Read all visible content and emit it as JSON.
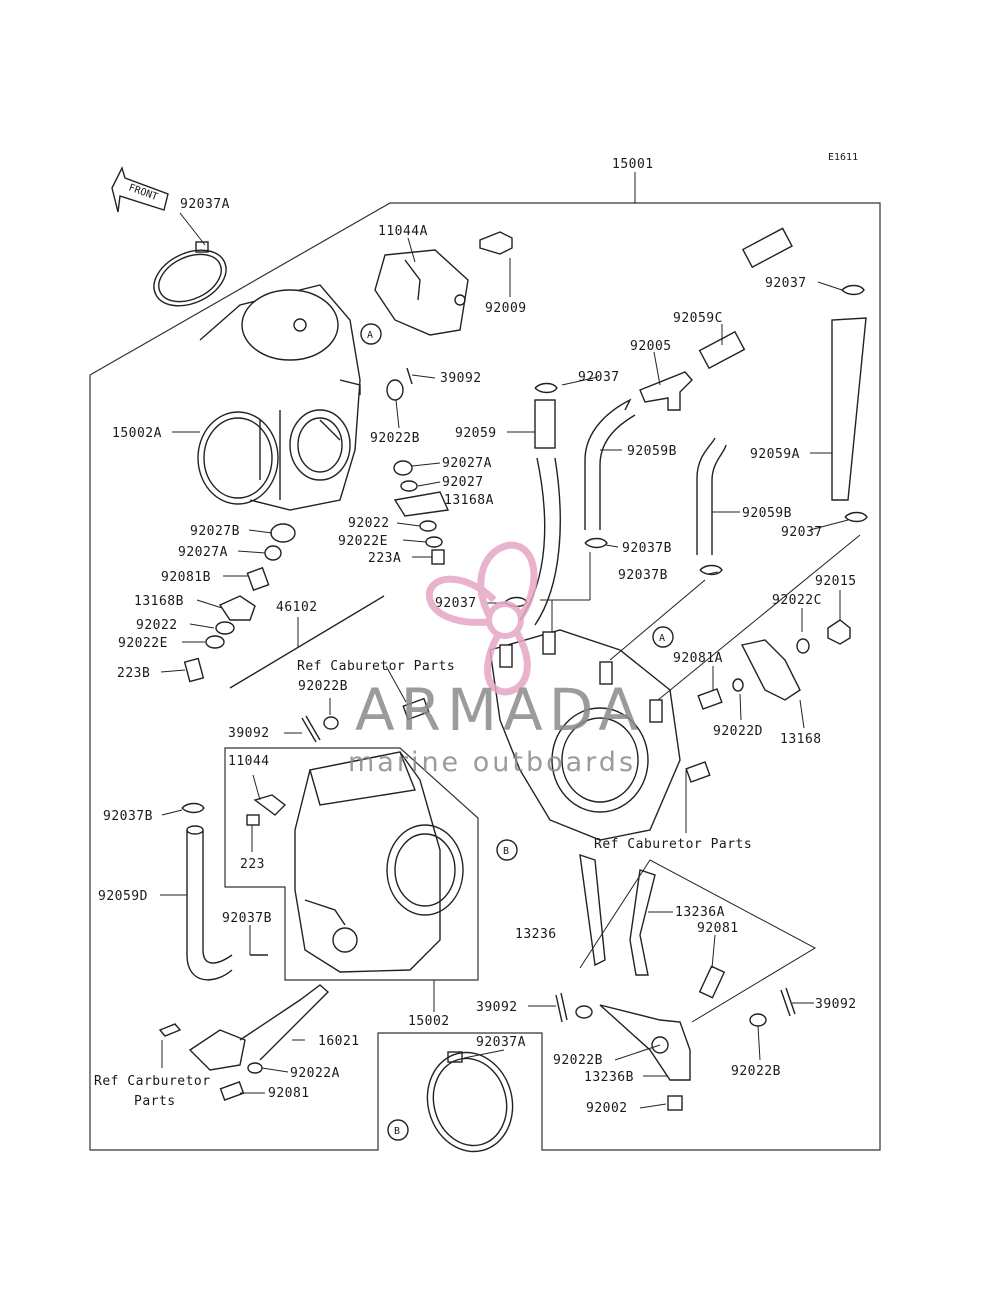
{
  "diagram": {
    "code": "E1611",
    "front_label": "FRONT",
    "callouts": [
      {
        "id": "c-15001",
        "text": "15001"
      },
      {
        "id": "c-92037a-top",
        "text": "92037A"
      },
      {
        "id": "c-11044a",
        "text": "11044A"
      },
      {
        "id": "c-92009",
        "text": "92009"
      },
      {
        "id": "c-92037-tr",
        "text": "92037"
      },
      {
        "id": "c-92059c",
        "text": "92059C"
      },
      {
        "id": "c-92005",
        "text": "92005"
      },
      {
        "id": "c-39092-a",
        "text": "39092"
      },
      {
        "id": "c-92037-mid",
        "text": "92037"
      },
      {
        "id": "c-15002a",
        "text": "15002A"
      },
      {
        "id": "c-92022b-a",
        "text": "92022B"
      },
      {
        "id": "c-92059",
        "text": "92059"
      },
      {
        "id": "c-92059b-a",
        "text": "92059B"
      },
      {
        "id": "c-92059a",
        "text": "92059A"
      },
      {
        "id": "c-92027a-a",
        "text": "92027A"
      },
      {
        "id": "c-92027",
        "text": "92027"
      },
      {
        "id": "c-13168a",
        "text": "13168A"
      },
      {
        "id": "c-92059b-b",
        "text": "92059B"
      },
      {
        "id": "c-92037-r",
        "text": "92037"
      },
      {
        "id": "c-92022-a",
        "text": "92022"
      },
      {
        "id": "c-92022e-a",
        "text": "92022E"
      },
      {
        "id": "c-92027b",
        "text": "92027B"
      },
      {
        "id": "c-92027a-b",
        "text": "92027A"
      },
      {
        "id": "c-223a",
        "text": "223A"
      },
      {
        "id": "c-92037b-a",
        "text": "92037B"
      },
      {
        "id": "c-92081b",
        "text": "92081B"
      },
      {
        "id": "c-92037b-b",
        "text": "92037B"
      },
      {
        "id": "c-92015",
        "text": "92015"
      },
      {
        "id": "c-13168b",
        "text": "13168B"
      },
      {
        "id": "c-46102",
        "text": "46102"
      },
      {
        "id": "c-92037-c",
        "text": "92037"
      },
      {
        "id": "c-92022c",
        "text": "92022C"
      },
      {
        "id": "c-92022-b",
        "text": "92022"
      },
      {
        "id": "c-92022e-b",
        "text": "92022E"
      },
      {
        "id": "c-223b",
        "text": "223B"
      },
      {
        "id": "c-ref-1",
        "text": "Ref Caburetor Parts"
      },
      {
        "id": "c-92081a",
        "text": "92081A"
      },
      {
        "id": "c-92022b-b",
        "text": "92022B"
      },
      {
        "id": "c-39092-b",
        "text": "39092"
      },
      {
        "id": "c-92022d",
        "text": "92022D"
      },
      {
        "id": "c-13168",
        "text": "13168"
      },
      {
        "id": "c-11044",
        "text": "11044"
      },
      {
        "id": "c-92037b-c",
        "text": "92037B"
      },
      {
        "id": "c-223",
        "text": "223"
      },
      {
        "id": "c-ref-2",
        "text": "Ref Caburetor Parts"
      },
      {
        "id": "c-92059d",
        "text": "92059D"
      },
      {
        "id": "c-13236a",
        "text": "13236A"
      },
      {
        "id": "c-92081-a",
        "text": "92081"
      },
      {
        "id": "c-13236",
        "text": "13236"
      },
      {
        "id": "c-92037b-d",
        "text": "92037B"
      },
      {
        "id": "c-39092-c",
        "text": "39092"
      },
      {
        "id": "c-39092-d",
        "text": "39092"
      },
      {
        "id": "c-15002",
        "text": "15002"
      },
      {
        "id": "c-92037a-bot",
        "text": "92037A"
      },
      {
        "id": "c-16021",
        "text": "16021"
      },
      {
        "id": "c-92022b-c",
        "text": "92022B"
      },
      {
        "id": "c-13236b",
        "text": "13236B"
      },
      {
        "id": "c-92022b-d",
        "text": "92022B"
      },
      {
        "id": "c-92022a",
        "text": "92022A"
      },
      {
        "id": "c-ref-3a",
        "text": "Ref Carburetor"
      },
      {
        "id": "c-ref-3b",
        "text": "Parts"
      },
      {
        "id": "c-92081-b",
        "text": "92081"
      },
      {
        "id": "c-92002",
        "text": "92002"
      }
    ],
    "markers": [
      {
        "id": "m-a1",
        "text": "A"
      },
      {
        "id": "m-a2",
        "text": "A"
      },
      {
        "id": "m-b1",
        "text": "B"
      },
      {
        "id": "m-b2",
        "text": "B"
      }
    ]
  },
  "watermark": {
    "title": "ARMADA",
    "subtitle": "marine outboards",
    "color_title": "#8a8a8a",
    "color_logo": "#e7a6c4"
  }
}
